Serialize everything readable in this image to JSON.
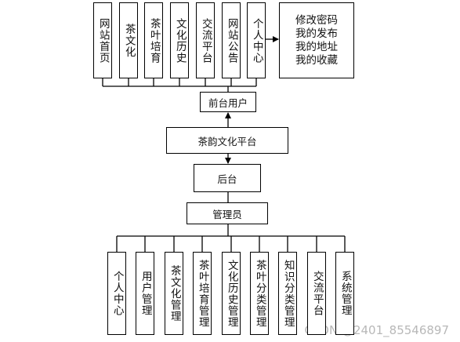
{
  "frontend_modules": [
    "网站首页",
    "茶文化",
    "茶叶培育",
    "文化历史",
    "交流平台",
    "网站公告",
    "个人中心"
  ],
  "personal_center_items": [
    "修改密码",
    "我的发布",
    "我的地址",
    "我的收藏"
  ],
  "frontend_user": "前台用户",
  "platform": "茶韵文化平台",
  "backend": "后台",
  "admin": "管理员",
  "backend_modules": [
    "个人中心",
    "用户管理",
    "茶文化管理",
    "茶叶培育管理",
    "文化历史管理",
    "茶叶分类管理",
    "知识分类管理",
    "交流平台",
    "系统管理"
  ],
  "watermark": "CSDN @2401_85546897"
}
